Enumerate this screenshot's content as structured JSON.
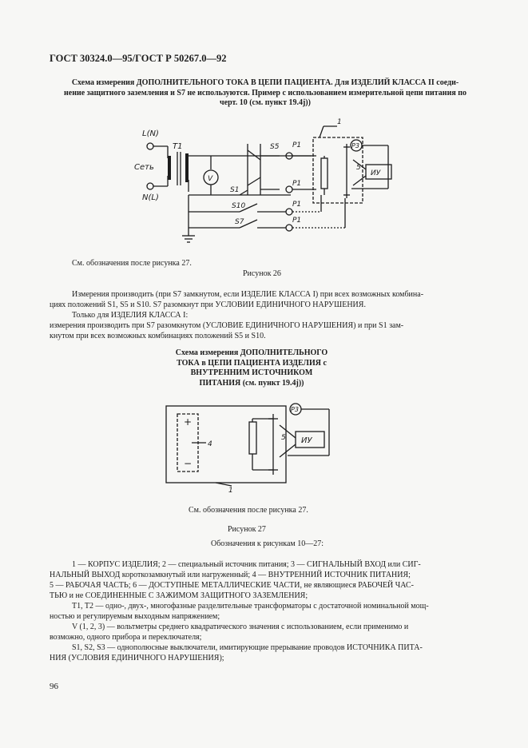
{
  "header": {
    "title": "ГОСТ 30324.0—95/ГОСТ Р 50267.0—92"
  },
  "figure26": {
    "title_line1": "Схема измерения ДОПОЛНИТЕЛЬНОГО ТОКА В ЦЕПИ ПАЦИЕНТА. Для ИЗДЕЛИЙ КЛАССА II соеди-",
    "title_line2": "нение защитного заземления и S7 не используются. Пример с использованием измерительной цепи питания по",
    "title_line3": "черт. 10 (см. пункт 19.4j))",
    "labels": {
      "ln": "L(N)",
      "nl": "N(L)",
      "net": "Сеть",
      "t1": "T1",
      "v": "V",
      "s5": "S5",
      "s1": "S1",
      "s10": "S10",
      "s7": "S7",
      "p1a": "P1",
      "p1b": "P1",
      "p1c": "P1",
      "p1d": "P1",
      "p3": "P3",
      "n1": "1",
      "n5": "5",
      "iu": "ИУ"
    },
    "note": "См. обозначения после рисунка 27.",
    "caption": "Рисунок 26"
  },
  "paragraphs": {
    "p1_line1": "Измерения производить (при S7 замкнутом, если ИЗДЕЛИЕ КЛАССА I) при всех возможных комбина-",
    "p1_line2": "циях положений S1, S5 и S10. S7 разомкнут при УСЛОВИИ ЕДИНИЧНОГО НАРУШЕНИЯ.",
    "p2": "Только для ИЗДЕЛИЯ КЛАССА I:",
    "p3_line1": "измерения производить при S7 разомкнутом (УСЛОВИЕ ЕДИНИЧНОГО НАРУШЕНИЯ) и при S1 зам-",
    "p3_line2": "кнутом при всех возможных комбинациях положений S5 и S10."
  },
  "figure27": {
    "title_line1": "Схема измерения ДОПОЛНИТЕЛЬНОГО",
    "title_line2": "ТОКА в ЦЕПИ ПАЦИЕНТА ИЗДЕЛИЯ с",
    "title_line3": "ВНУТРЕННИМ ИСТОЧНИКОМ",
    "title_line4": "ПИТАНИЯ (см. пункт 19.4j))",
    "labels": {
      "plus": "+",
      "minus": "−",
      "n4": "4",
      "n5": "5",
      "n1": "1",
      "p3": "P3",
      "iu": "ИУ"
    },
    "note": "См. обозначения после рисунка 27.",
    "caption": "Рисунок 27"
  },
  "legend": {
    "heading": "Обозначения к рисункам 10—27:",
    "l1": "1 — КОРПУС ИЗДЕЛИЯ; 2 — специальный источник питания; 3 — СИГНАЛЬНЫЙ ВХОД или СИГ-",
    "l2": "НАЛЬНЫЙ ВЫХОД короткозамкнутый или нагруженный; 4 — ВНУТРЕННИЙ ИСТОЧНИК ПИТАНИЯ;",
    "l3": "5 — РАБОЧАЯ ЧАСТЬ; 6 — ДОСТУПНЫЕ МЕТАЛЛИЧЕСКИЕ ЧАСТИ, не являющиеся РАБОЧЕЙ ЧАС-",
    "l4": "ТЬЮ и не СОЕДИНЕННЫЕ С ЗАЖИМОМ ЗАЩИТНОГО ЗАЗЕМЛЕНИЯ;",
    "l5": "T1, T2 — одно-, двух-, многофазные разделительные трансформаторы с достаточной номинальной мощ-",
    "l6": "ностью и регулируемым выходным напряжением;",
    "l7": "V (1, 2, 3) — вольтметры среднего квадратического значения с использованием, если применимо и",
    "l8": "возможно, одного прибора и переключателя;",
    "l9": "S1, S2, S3 — однополюсные выключатели, имитирующие прерывание проводов ИСТОЧНИКА ПИТА-",
    "l10": "НИЯ (УСЛОВИЯ ЕДИНИЧНОГО НАРУШЕНИЯ);"
  },
  "page_number": "96"
}
